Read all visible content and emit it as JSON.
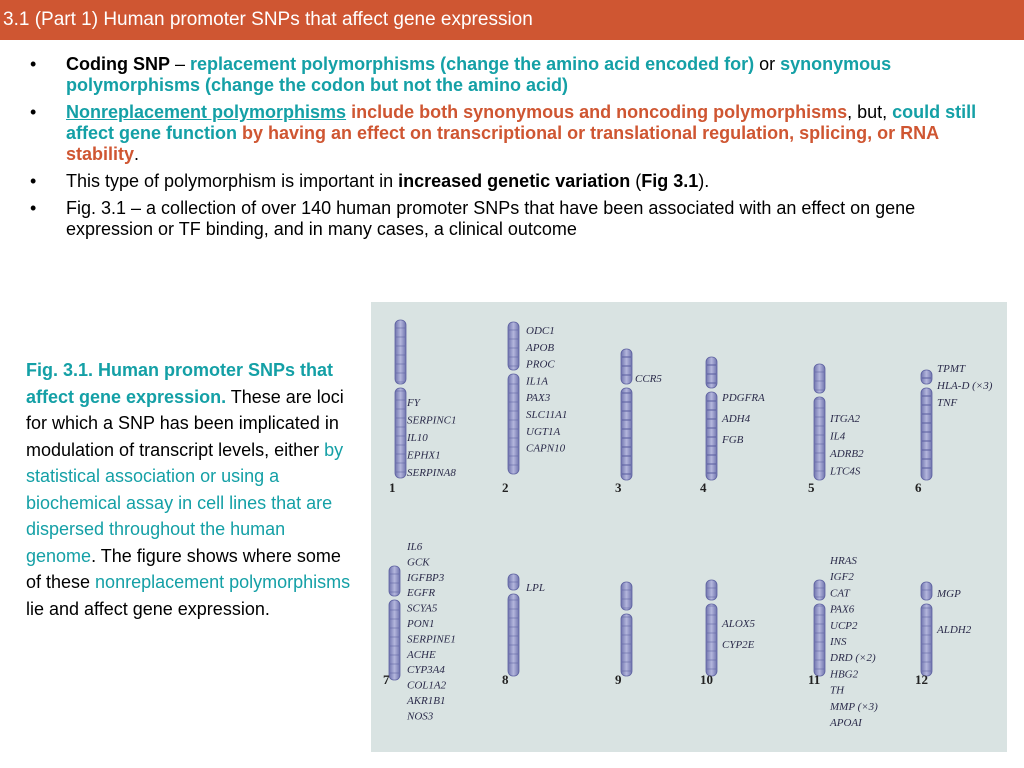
{
  "title": "3.1 (Part 1)  Human promoter SNPs that affect gene expression",
  "bullets": {
    "b1": {
      "t1": "Coding SNP",
      "t2": " – ",
      "t3": "replacement polymorphisms (change the amino acid encoded for)",
      "t4": " or ",
      "t5": "synonymous polymorphisms (change the codon but not the amino acid)"
    },
    "b2": {
      "t1": "Nonreplacement polymorphisms",
      "t2": " include both synonymous and noncoding polymorphisms",
      "t3": ", but, ",
      "t4": "could still affect gene function",
      "t5": " by having an effect on transcriptional or translational regulation, splicing, or RNA stability",
      "t6": "."
    },
    "b3": {
      "t1": "This type of polymorphism is important in ",
      "t2": "increased genetic variation",
      "t3": " (",
      "t4": "Fig 3.1",
      "t5": ")."
    },
    "b4": {
      "t1": "Fig. 3.1 – a collection of over 140 human promoter SNPs that have been associated with an effect on gene expression or TF binding, and in many cases, a clinical outcome"
    }
  },
  "caption": {
    "t1": "Fig. 3.1. Human promoter SNPs that affect gene expression.",
    "t2": " These are loci for which a SNP has been implicated in modulation of transcript levels, either ",
    "t3": "by statistical association or using a biochemical assay in cell lines that are dispersed throughout the human genome",
    "t4": ". The figure shows where some of these ",
    "t5": "nonreplacement polymorphisms",
    "t6": " lie and affect gene expression."
  },
  "colors": {
    "title_bar": "#cf5632",
    "accent_teal": "#14a0a6",
    "accent_orange": "#cf5632",
    "figure_bg": "#d9e3e2",
    "chromosome": "#8c8fc2"
  },
  "figure": {
    "chromosomes": [
      {
        "number": "1",
        "genes": [
          "FY",
          "SERPINC1",
          "IL10",
          "EPHX1",
          "SERPINA8"
        ]
      },
      {
        "number": "2",
        "genes": [
          "ODC1",
          "APOB",
          "PROC",
          "IL1A",
          "PAX3",
          "SLC11A1",
          "UGT1A",
          "CAPN10"
        ]
      },
      {
        "number": "3",
        "genes": [
          "CCR5"
        ]
      },
      {
        "number": "4",
        "genes": [
          "PDGFRA",
          "ADH4",
          "FGB"
        ]
      },
      {
        "number": "5",
        "genes": [
          "ITGA2",
          "IL4",
          "ADRB2",
          "LTC4S"
        ]
      },
      {
        "number": "6",
        "genes": [
          "TPMT",
          "HLA-D (×3)",
          "TNF"
        ]
      },
      {
        "number": "7",
        "genes": [
          "IL6",
          "GCK",
          "IGFBP3",
          "EGFR",
          "SCYA5",
          "PON1",
          "SERPINE1",
          "ACHE",
          "CYP3A4",
          "COL1A2",
          "AKR1B1",
          "NOS3"
        ]
      },
      {
        "number": "8",
        "genes": [
          "LPL"
        ]
      },
      {
        "number": "9",
        "genes": []
      },
      {
        "number": "10",
        "genes": [
          "ALOX5",
          "CYP2E"
        ]
      },
      {
        "number": "11",
        "genes": [
          "HRAS",
          "IGF2",
          "CAT",
          "PAX6",
          "UCP2",
          "INS",
          "DRD (×2)",
          "HBG2",
          "TH",
          "MMP (×3)",
          "APOAI"
        ]
      },
      {
        "number": "12",
        "genes": [
          "MGP",
          "ALDH2"
        ]
      }
    ]
  }
}
